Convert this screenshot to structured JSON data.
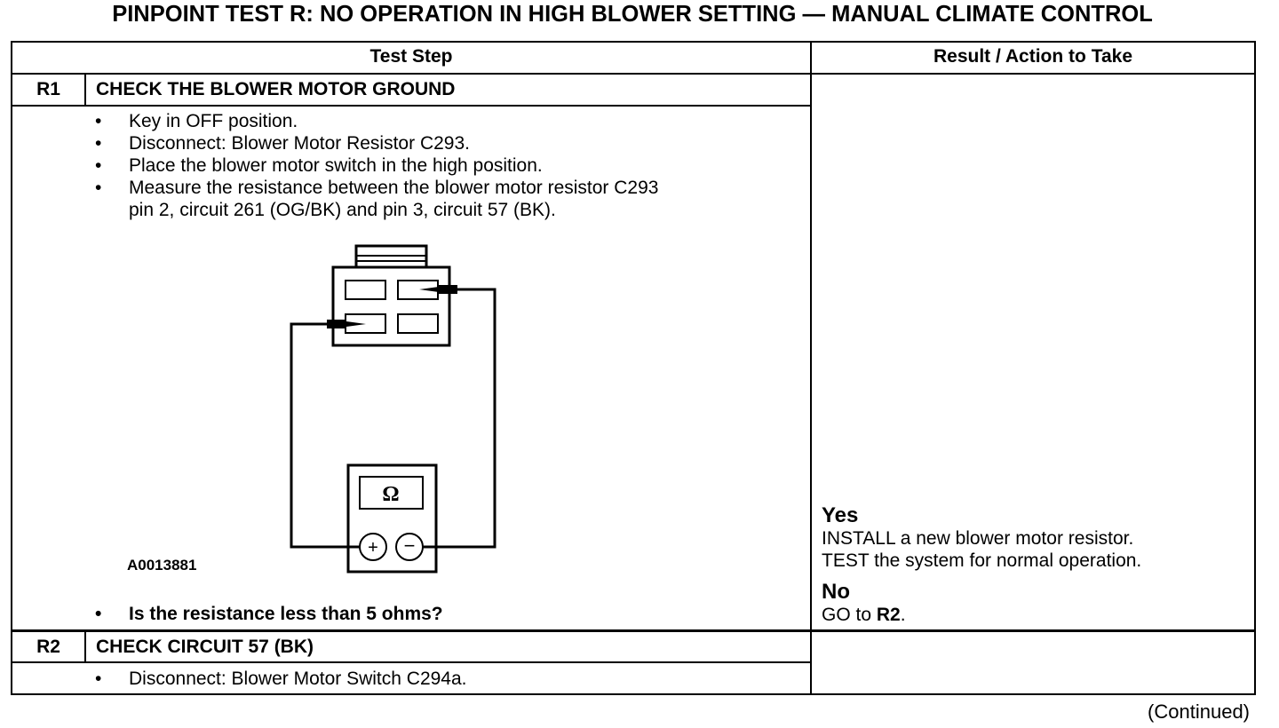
{
  "title": "PINPOINT TEST R: NO OPERATION IN HIGH BLOWER SETTING — MANUAL CLIMATE CONTROL",
  "headers": {
    "test_step": "Test Step",
    "result": "Result / Action to Take"
  },
  "steps": [
    {
      "id": "R1",
      "heading": "CHECK THE BLOWER MOTOR GROUND",
      "bullets": [
        "Key in OFF position.",
        "Disconnect: Blower Motor Resistor C293.",
        "Place the blower motor switch in the high position.",
        "Measure the resistance between the blower motor resistor C293",
        "pin 2, circuit 261 (OG/BK) and pin 3, circuit 57 (BK)."
      ],
      "figure_id": "A0013881",
      "meter_symbol": "Ω",
      "plus_symbol": "+",
      "minus_symbol": "−",
      "question": "Is the resistance less than 5 ohms?",
      "results": {
        "yes_label": "Yes",
        "yes_lines": [
          "INSTALL a new blower motor resistor.",
          "TEST the system for normal operation."
        ],
        "no_label": "No",
        "no_prefix": "GO to ",
        "no_target": "R2",
        "no_suffix": "."
      }
    },
    {
      "id": "R2",
      "heading": "CHECK CIRCUIT 57 (BK)",
      "bullets": [
        "Disconnect: Blower Motor Switch C294a."
      ]
    }
  ],
  "continued": "(Continued)"
}
